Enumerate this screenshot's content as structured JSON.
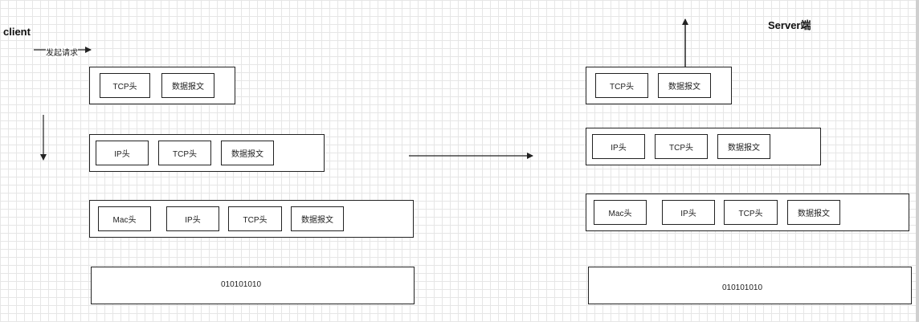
{
  "client": {
    "title": "client",
    "request_label": "发起请求",
    "tcp_layer": [
      "TCP头",
      "数据报文"
    ],
    "ip_layer": [
      "IP头",
      "TCP头",
      "数据报文"
    ],
    "mac_layer": [
      "Mac头",
      "IP头",
      "TCP头",
      "数据报文"
    ],
    "physical_bits": "010101010"
  },
  "server": {
    "title": "Server端",
    "tcp_layer": [
      "TCP头",
      "数据报文"
    ],
    "ip_layer": [
      "IP头",
      "TCP头",
      "数据报文"
    ],
    "mac_layer": [
      "Mac头",
      "IP头",
      "TCP头",
      "数据报文"
    ],
    "physical_bits": "010101010"
  }
}
